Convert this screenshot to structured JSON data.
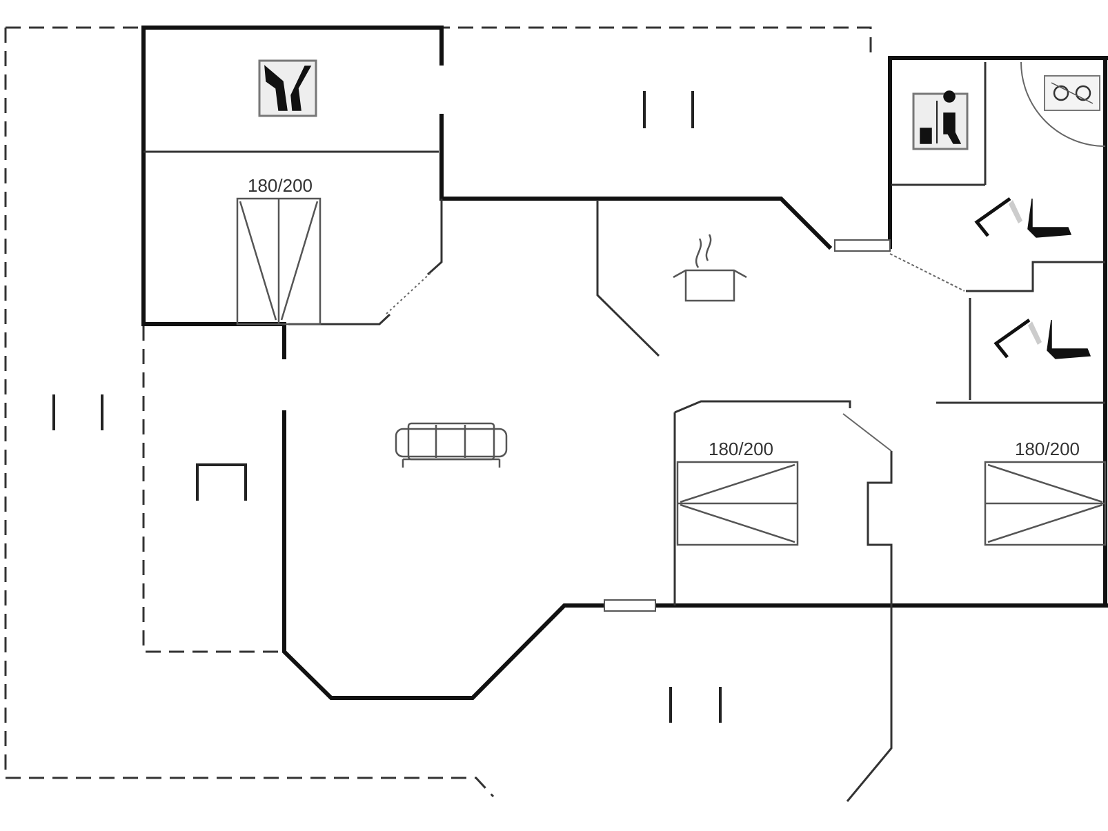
{
  "floor_plan": {
    "bed_labels": {
      "top_left_bedroom": "180/200",
      "bottom_middle_bedroom": "180/200",
      "bottom_right_bedroom": "180/200"
    },
    "icons": [
      "sauna-icon",
      "toilet-shower-icon",
      "washing-machine-icon",
      "armchairs-icon",
      "kitchen-pot-icon",
      "sofa-icon",
      "double-bed-icon",
      "table-icon"
    ]
  }
}
